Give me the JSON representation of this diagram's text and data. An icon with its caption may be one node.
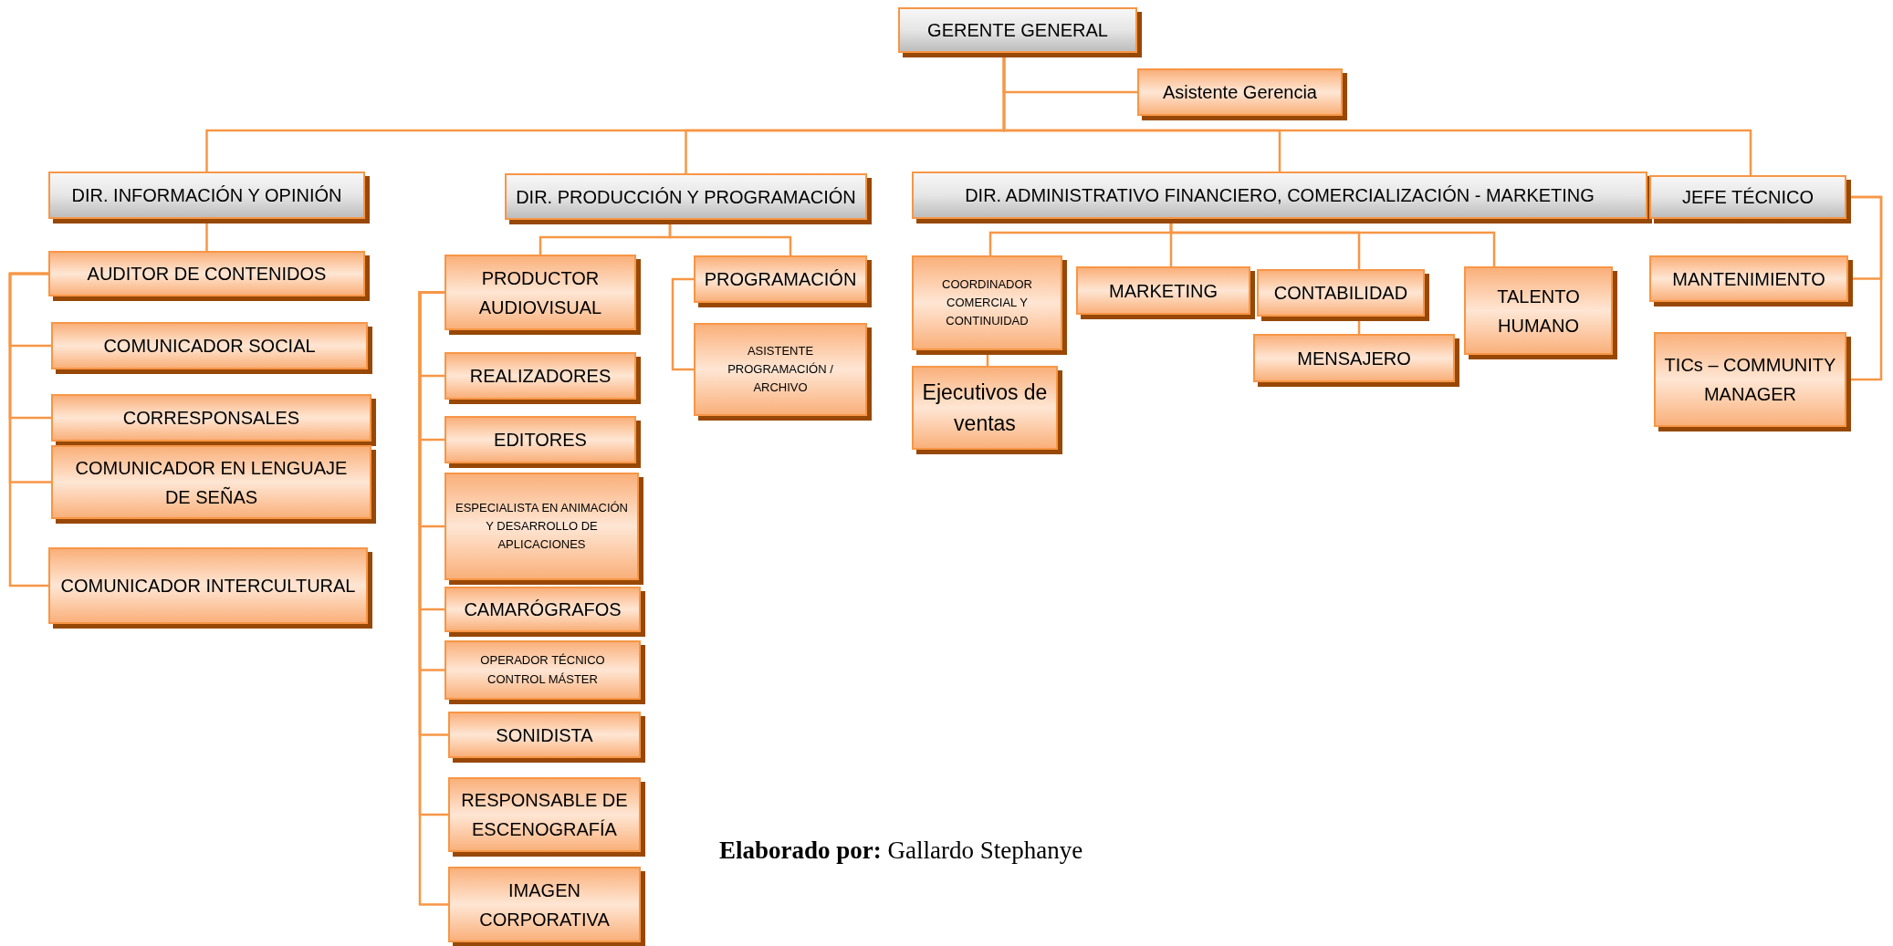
{
  "diagram": {
    "nodes": [
      {
        "text": [
          "GERENTE GENERAL"
        ]
      },
      {
        "text": [
          "Asistente Gerencia"
        ]
      },
      {
        "text": [
          "DIR. INFORMACIÓN Y OPINIÓN"
        ]
      },
      {
        "text": [
          "DIR. PRODUCCIÓN Y PROGRAMACIÓN"
        ]
      },
      {
        "text": [
          "DIR. ADMINISTRATIVO FINANCIERO, COMERCIALIZACIÓN - MARKETING"
        ]
      },
      {
        "text": [
          "JEFE TÉCNICO"
        ]
      },
      {
        "text": [
          "AUDITOR DE CONTENIDOS"
        ]
      },
      {
        "text": [
          "COMUNICADOR SOCIAL"
        ]
      },
      {
        "text": [
          "CORRESPONSALES"
        ]
      },
      {
        "text": [
          "COMUNICADOR EN LENGUAJE DE SEÑAS"
        ]
      },
      {
        "text": [
          "COMUNICADOR INTERCULTURAL"
        ]
      },
      {
        "text": [
          "PRODUCTOR AUDIOVISUAL"
        ]
      },
      {
        "text": [
          "PROGRAMACIÓN"
        ]
      },
      {
        "text": [
          "ASISTENTE PROGRAMACIÓN / ARCHIVO"
        ]
      },
      {
        "text": [
          "REALIZADORES"
        ]
      },
      {
        "text": [
          "EDITORES"
        ]
      },
      {
        "text": [
          "ESPECIALISTA EN ANIMACIÓN Y DESARROLLO DE APLICACIONES"
        ]
      },
      {
        "text": [
          "CAMARÓGRAFOS"
        ]
      },
      {
        "text": [
          "OPERADOR TÉCNICO CONTROL MÁSTER"
        ]
      },
      {
        "text": [
          "SONIDISTA"
        ]
      },
      {
        "text": [
          "RESPONSABLE DE ESCENOGRAFÍA"
        ]
      },
      {
        "text": [
          "IMAGEN CORPORATIVA"
        ]
      },
      {
        "text": [
          "COORDINADOR COMERCIAL Y CONTINUIDAD"
        ]
      },
      {
        "text": [
          "MARKETING"
        ]
      },
      {
        "text": [
          "CONTABILIDAD"
        ]
      },
      {
        "text": [
          "TALENTO HUMANO"
        ]
      },
      {
        "text": [
          "Ejecutivos de ventas"
        ]
      },
      {
        "text": [
          "MENSAJERO"
        ]
      },
      {
        "text": [
          "MANTENIMIENTO"
        ]
      },
      {
        "text": [
          "TICs – COMMUNITY MANAGER"
        ]
      }
    ],
    "edges": [
      {
        "from": 0,
        "to": 1,
        "arrow": "none"
      },
      {
        "from": 0,
        "to": 2,
        "arrow": "none"
      },
      {
        "from": 0,
        "to": 3,
        "arrow": "none"
      },
      {
        "from": 0,
        "to": 4,
        "arrow": "none"
      },
      {
        "from": 0,
        "to": 5,
        "arrow": "none"
      },
      {
        "from": 2,
        "to": 6,
        "arrow": "none"
      },
      {
        "from": 6,
        "to": 7,
        "arrow": "none"
      },
      {
        "from": 6,
        "to": 8,
        "arrow": "none"
      },
      {
        "from": 6,
        "to": 9,
        "arrow": "none"
      },
      {
        "from": 6,
        "to": 10,
        "arrow": "none"
      },
      {
        "from": 3,
        "to": 11,
        "arrow": "none"
      },
      {
        "from": 3,
        "to": 12,
        "arrow": "none"
      },
      {
        "from": 12,
        "to": 13,
        "arrow": "none"
      },
      {
        "from": 11,
        "to": 14,
        "arrow": "none"
      },
      {
        "from": 11,
        "to": 15,
        "arrow": "none"
      },
      {
        "from": 11,
        "to": 16,
        "arrow": "none"
      },
      {
        "from": 11,
        "to": 17,
        "arrow": "none"
      },
      {
        "from": 11,
        "to": 18,
        "arrow": "none"
      },
      {
        "from": 11,
        "to": 19,
        "arrow": "none"
      },
      {
        "from": 11,
        "to": 20,
        "arrow": "none"
      },
      {
        "from": 11,
        "to": 21,
        "arrow": "none"
      },
      {
        "from": 4,
        "to": 22,
        "arrow": "none"
      },
      {
        "from": 4,
        "to": 23,
        "arrow": "none"
      },
      {
        "from": 4,
        "to": 24,
        "arrow": "none"
      },
      {
        "from": 4,
        "to": 25,
        "arrow": "none"
      },
      {
        "from": 22,
        "to": 26,
        "arrow": "none"
      },
      {
        "from": 24,
        "to": 27,
        "arrow": "none"
      },
      {
        "from": 5,
        "to": 28,
        "arrow": "none"
      },
      {
        "from": 5,
        "to": 29,
        "arrow": "none"
      }
    ],
    "labels": [
      "**Elaborado por:** Gallardo Stephanye"
    ]
  }
}
